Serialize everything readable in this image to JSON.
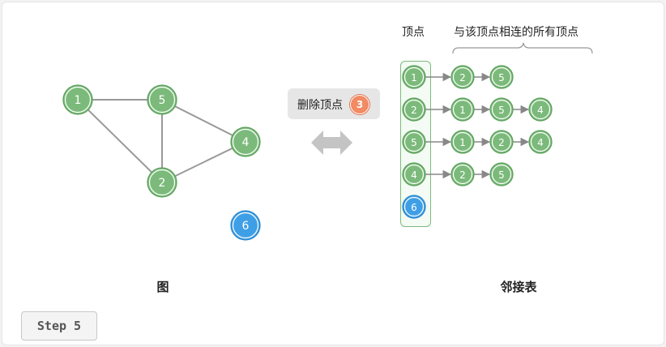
{
  "graph": {
    "vertices": [
      {
        "id": "1",
        "color": "green"
      },
      {
        "id": "5",
        "color": "green"
      },
      {
        "id": "4",
        "color": "green"
      },
      {
        "id": "2",
        "color": "green"
      },
      {
        "id": "6",
        "color": "blue"
      }
    ],
    "edges": [
      [
        "1",
        "5"
      ],
      [
        "1",
        "2"
      ],
      [
        "5",
        "2"
      ],
      [
        "5",
        "4"
      ],
      [
        "2",
        "4"
      ]
    ],
    "caption": "图"
  },
  "operation": {
    "label": "删除顶点",
    "vertex": "3"
  },
  "adjacency_list": {
    "vertex_header": "顶点",
    "neighbors_header": "与该顶点相连的所有顶点",
    "caption": "邻接表",
    "rows": [
      {
        "vertex": "1",
        "neighbors": [
          "2",
          "5"
        ],
        "color": "green"
      },
      {
        "vertex": "2",
        "neighbors": [
          "1",
          "5",
          "4"
        ],
        "color": "green"
      },
      {
        "vertex": "5",
        "neighbors": [
          "1",
          "2",
          "4"
        ],
        "color": "green"
      },
      {
        "vertex": "4",
        "neighbors": [
          "2",
          "5"
        ],
        "color": "green"
      },
      {
        "vertex": "6",
        "neighbors": [],
        "color": "blue"
      }
    ]
  },
  "step_label": "Step 5",
  "colors": {
    "node_green_fill": "#7cba7b",
    "node_green_ring": "#5aa05a",
    "node_blue_fill": "#3f9fe6",
    "node_blue_ring": "#2b86cc",
    "edge": "#999999",
    "arrow_double": "#c4c4c4",
    "badge": "#f28a63"
  }
}
